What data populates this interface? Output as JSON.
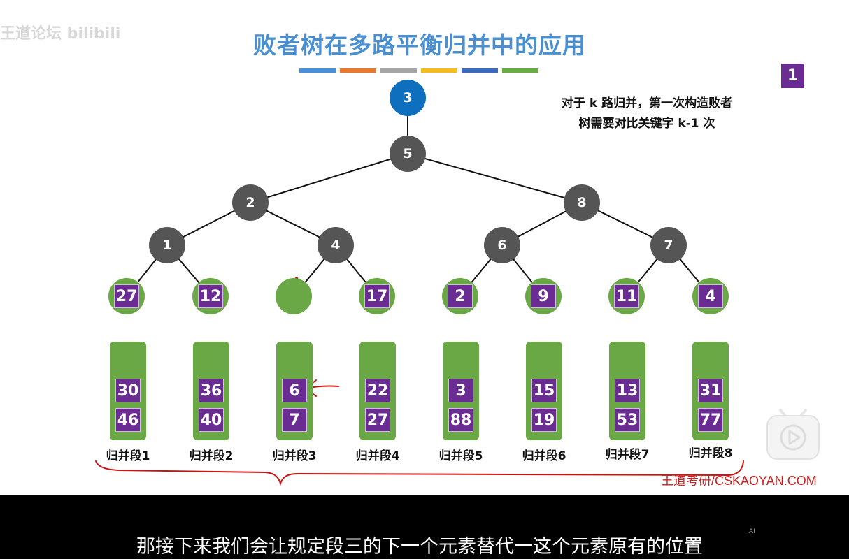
{
  "watermark": "王道论坛 bilibili",
  "title": "败者树在多路平衡归并中的应用",
  "color_bars": [
    "#4a90d9",
    "#e67a2e",
    "#a5a5a5",
    "#f2bd1d",
    "#3d6bbf",
    "#6aaa44"
  ],
  "slide_number": "1",
  "note": {
    "line1": "对于 k 路归并，第一次构造败者",
    "line2": "树需要对比关键字 k-1 次"
  },
  "tree": {
    "root": "3",
    "level1": "5",
    "level2": [
      "2",
      "8"
    ],
    "level3": [
      "1",
      "4",
      "6",
      "7"
    ]
  },
  "leaves": [
    "27",
    "12",
    "",
    "17",
    "2",
    "9",
    "11",
    "4"
  ],
  "segments": [
    {
      "label": "归并段1",
      "values": [
        "30",
        "46"
      ]
    },
    {
      "label": "归并段2",
      "values": [
        "36",
        "40"
      ]
    },
    {
      "label": "归并段3",
      "values": [
        "6",
        "7"
      ]
    },
    {
      "label": "归并段4",
      "values": [
        "22",
        "27"
      ]
    },
    {
      "label": "归并段5",
      "values": [
        "3",
        "88"
      ]
    },
    {
      "label": "归并段6",
      "values": [
        "15",
        "19"
      ]
    },
    {
      "label": "归并段7",
      "values": [
        "13",
        "53"
      ]
    },
    {
      "label": "归并段8",
      "values": [
        "31",
        "77"
      ]
    }
  ],
  "brand": "王道考研/CSKAOYAN.COM",
  "subtitle": "那接下来我们会让规定段三的下一个元素替代一这个元素原有的位置",
  "ai_tag": "AI",
  "colors": {
    "internal_node": "#555555",
    "root_node": "#0d6fbd",
    "leaf_green": "#69a844",
    "key_purple": "#6a2c92",
    "annotation_red": "#cc1111"
  }
}
